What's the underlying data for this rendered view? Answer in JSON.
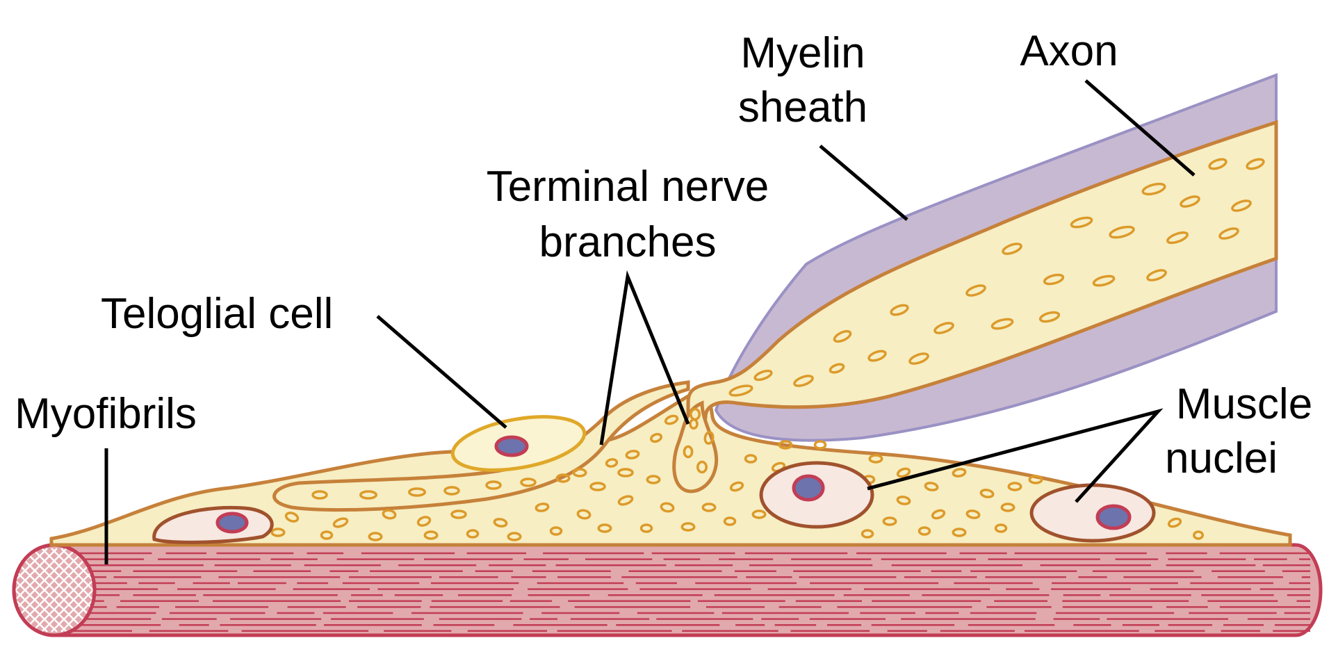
{
  "labels": {
    "myelin_1": "Myelin",
    "myelin_2": "sheath",
    "axon": "Axon",
    "terminal_1": "Terminal nerve",
    "terminal_2": "branches",
    "teloglial": "Teloglial cell",
    "myofibrils": "Myofibrils",
    "muscle_1": "Muscle",
    "muscle_2": "nuclei"
  },
  "colors": {
    "myelin_fill": "#c8b9d2",
    "myelin_stroke": "#9a91c4",
    "axon_fill": "#f7eec3",
    "axon_stroke": "#c6813a",
    "vesicle_stroke": "#dc9a2a",
    "muscle_fill": "#e2a9ad",
    "muscle_stroke": "#c23d55",
    "nucleus_fill": "#f7e8e1",
    "nucleolus_fill": "#6d73ad",
    "teloglial_fill": "#fbf4d2",
    "teloglial_stroke": "#e0a829",
    "leader": "#000000"
  }
}
